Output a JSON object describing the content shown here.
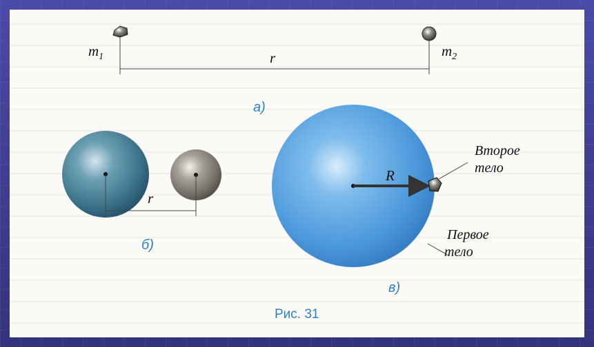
{
  "figure": {
    "part_a": {
      "label": "а)",
      "mass1_letter": "m",
      "mass1_sub": "1",
      "mass2_letter": "m",
      "mass2_sub": "2",
      "distance_label": "r"
    },
    "part_b": {
      "label": "б)",
      "distance_label": "r"
    },
    "part_c": {
      "label": "в)",
      "radius_label": "R",
      "second_body_line1": "Второе",
      "second_body_line2": "тело",
      "first_body_line1": "Первое",
      "first_body_line2": "тело"
    },
    "caption": "Рис. 31"
  },
  "colors": {
    "frame": "#3b3a8f",
    "label_blue": "#2f7fc1",
    "big_sphere": "#5aa6e6",
    "teal_sphere": "#3e7b8e",
    "gray_sphere": "#8e8a80"
  }
}
